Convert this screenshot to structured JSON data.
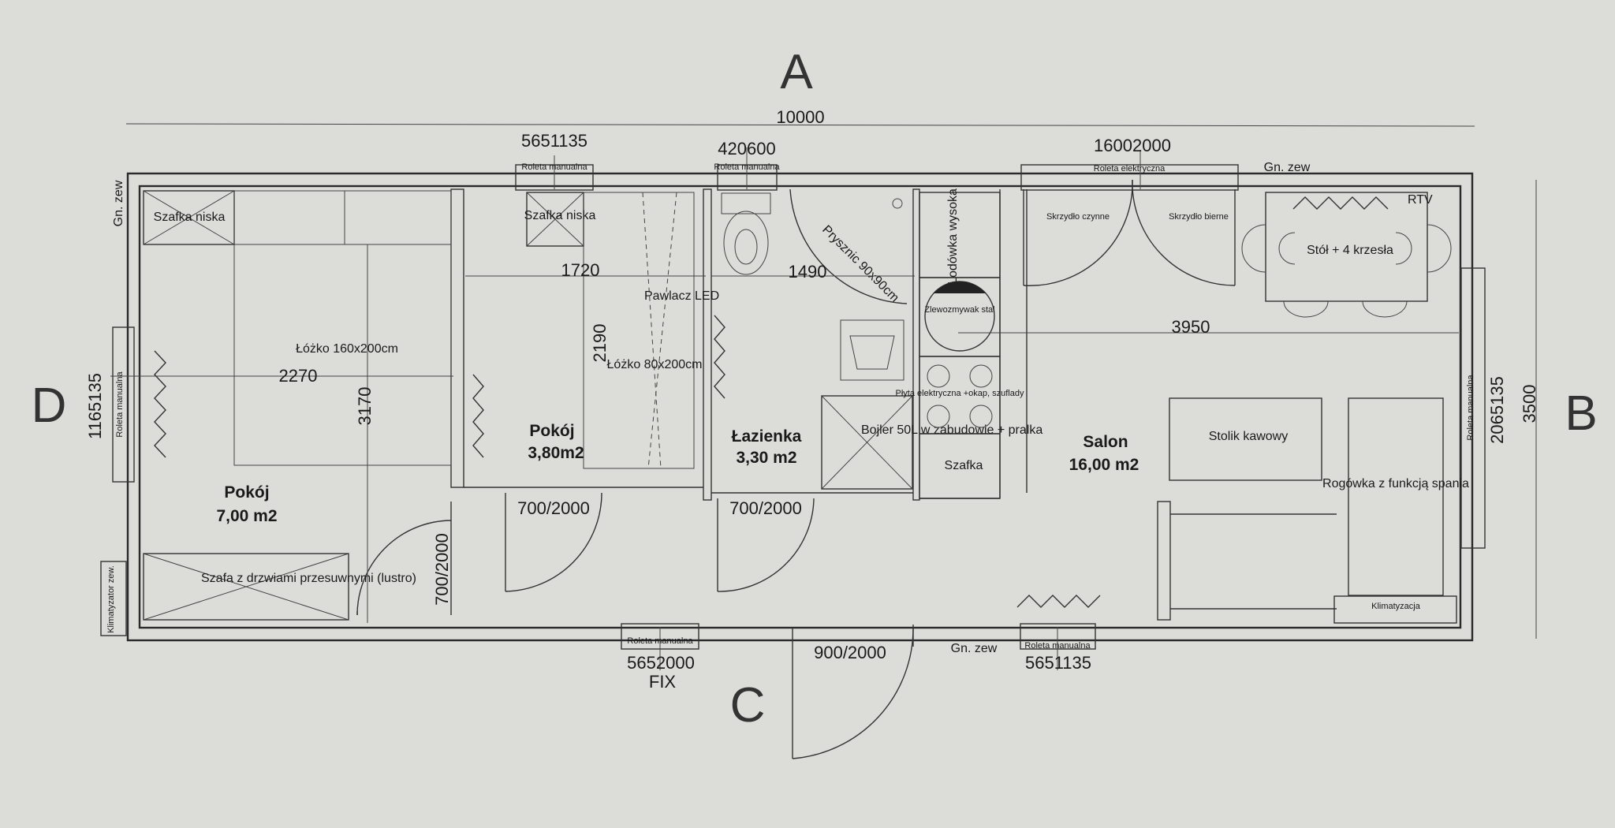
{
  "axes": {
    "a": "A",
    "b": "B",
    "c": "C",
    "d": "D"
  },
  "dimensions": {
    "total_width": "10000",
    "total_depth": "3500",
    "win_top_left": "5651135",
    "win_top_mid": "420600",
    "door_terrace": "16002000",
    "win_left": "1165135",
    "win_right": "2065135",
    "win_bottom_left": "5652000",
    "win_bottom_left_fix": "FIX",
    "win_bottom_right": "5651135",
    "room2_width": "1720",
    "bath_width": "1490",
    "salon_width": "3950",
    "bed_width": "2270",
    "bed_depth": "3170",
    "room2_depth": "2190",
    "door_room1": "700/2000",
    "door_room2": "700/2000",
    "door_bath": "700/2000",
    "door_entry": "900/2000"
  },
  "labels": {
    "gn_zew_left": "Gn. zew",
    "gn_zew_top": "Gn. zew",
    "gn_zew_bottom": "Gn. zew",
    "roleta_manualna": "Roleta manualna",
    "roleta_elektryczna": "Roleta elektryczna",
    "klimatyzator": "Klimatyzator zew.",
    "klimatyzacja": "Klimatyzacja",
    "szafka_niska_1": "Szafka niska",
    "szafka_niska_2": "Szafka niska",
    "lozko_160": "Łóżko 160x200cm",
    "lozko_80": "Łóżko 80x200cm",
    "pawlacz": "Pawlacz LED",
    "szafa": "Szafa z drzwiami przesuwnymi (lustro)",
    "prysznic": "Prysznic 90x90cm",
    "bojler": "Bojler 50L w zabudowie + pralka",
    "lodowka": "Lodówka wysoka",
    "zlewozmywak": "Zlewozmywak stal",
    "plyta": "Płyta elektryczna +okap, szuflady",
    "szafka": "Szafka",
    "skrzydlo_czynne": "Skrzydło czynne",
    "skrzydlo_bierne": "Skrzydło bierne",
    "rtv": "RTV",
    "stol": "Stół + 4 krzesła",
    "stolik": "Stolik kawowy",
    "narozka": "Rogówka z funkcją spania"
  },
  "rooms": [
    {
      "name": "Pokój",
      "area": "7,00 m2"
    },
    {
      "name": "Pokój",
      "area": "3,80m2"
    },
    {
      "name": "Łazienka",
      "area": "3,30 m2"
    },
    {
      "name": "Salon",
      "area": "16,00 m2"
    }
  ]
}
